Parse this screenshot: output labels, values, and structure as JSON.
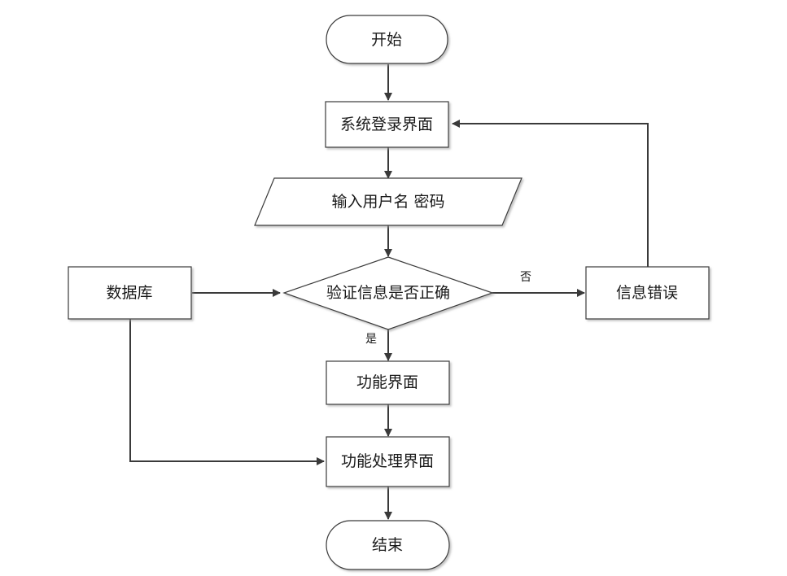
{
  "diagram": {
    "nodes": {
      "start": "开始",
      "login": "系统登录界面",
      "input": "输入用户名 密码",
      "verify": "验证信息是否正确",
      "database": "数据库",
      "error": "信息错误",
      "function": "功能界面",
      "process": "功能处理界面",
      "end": "结束"
    },
    "edges": {
      "no": "否",
      "yes": "是"
    }
  }
}
